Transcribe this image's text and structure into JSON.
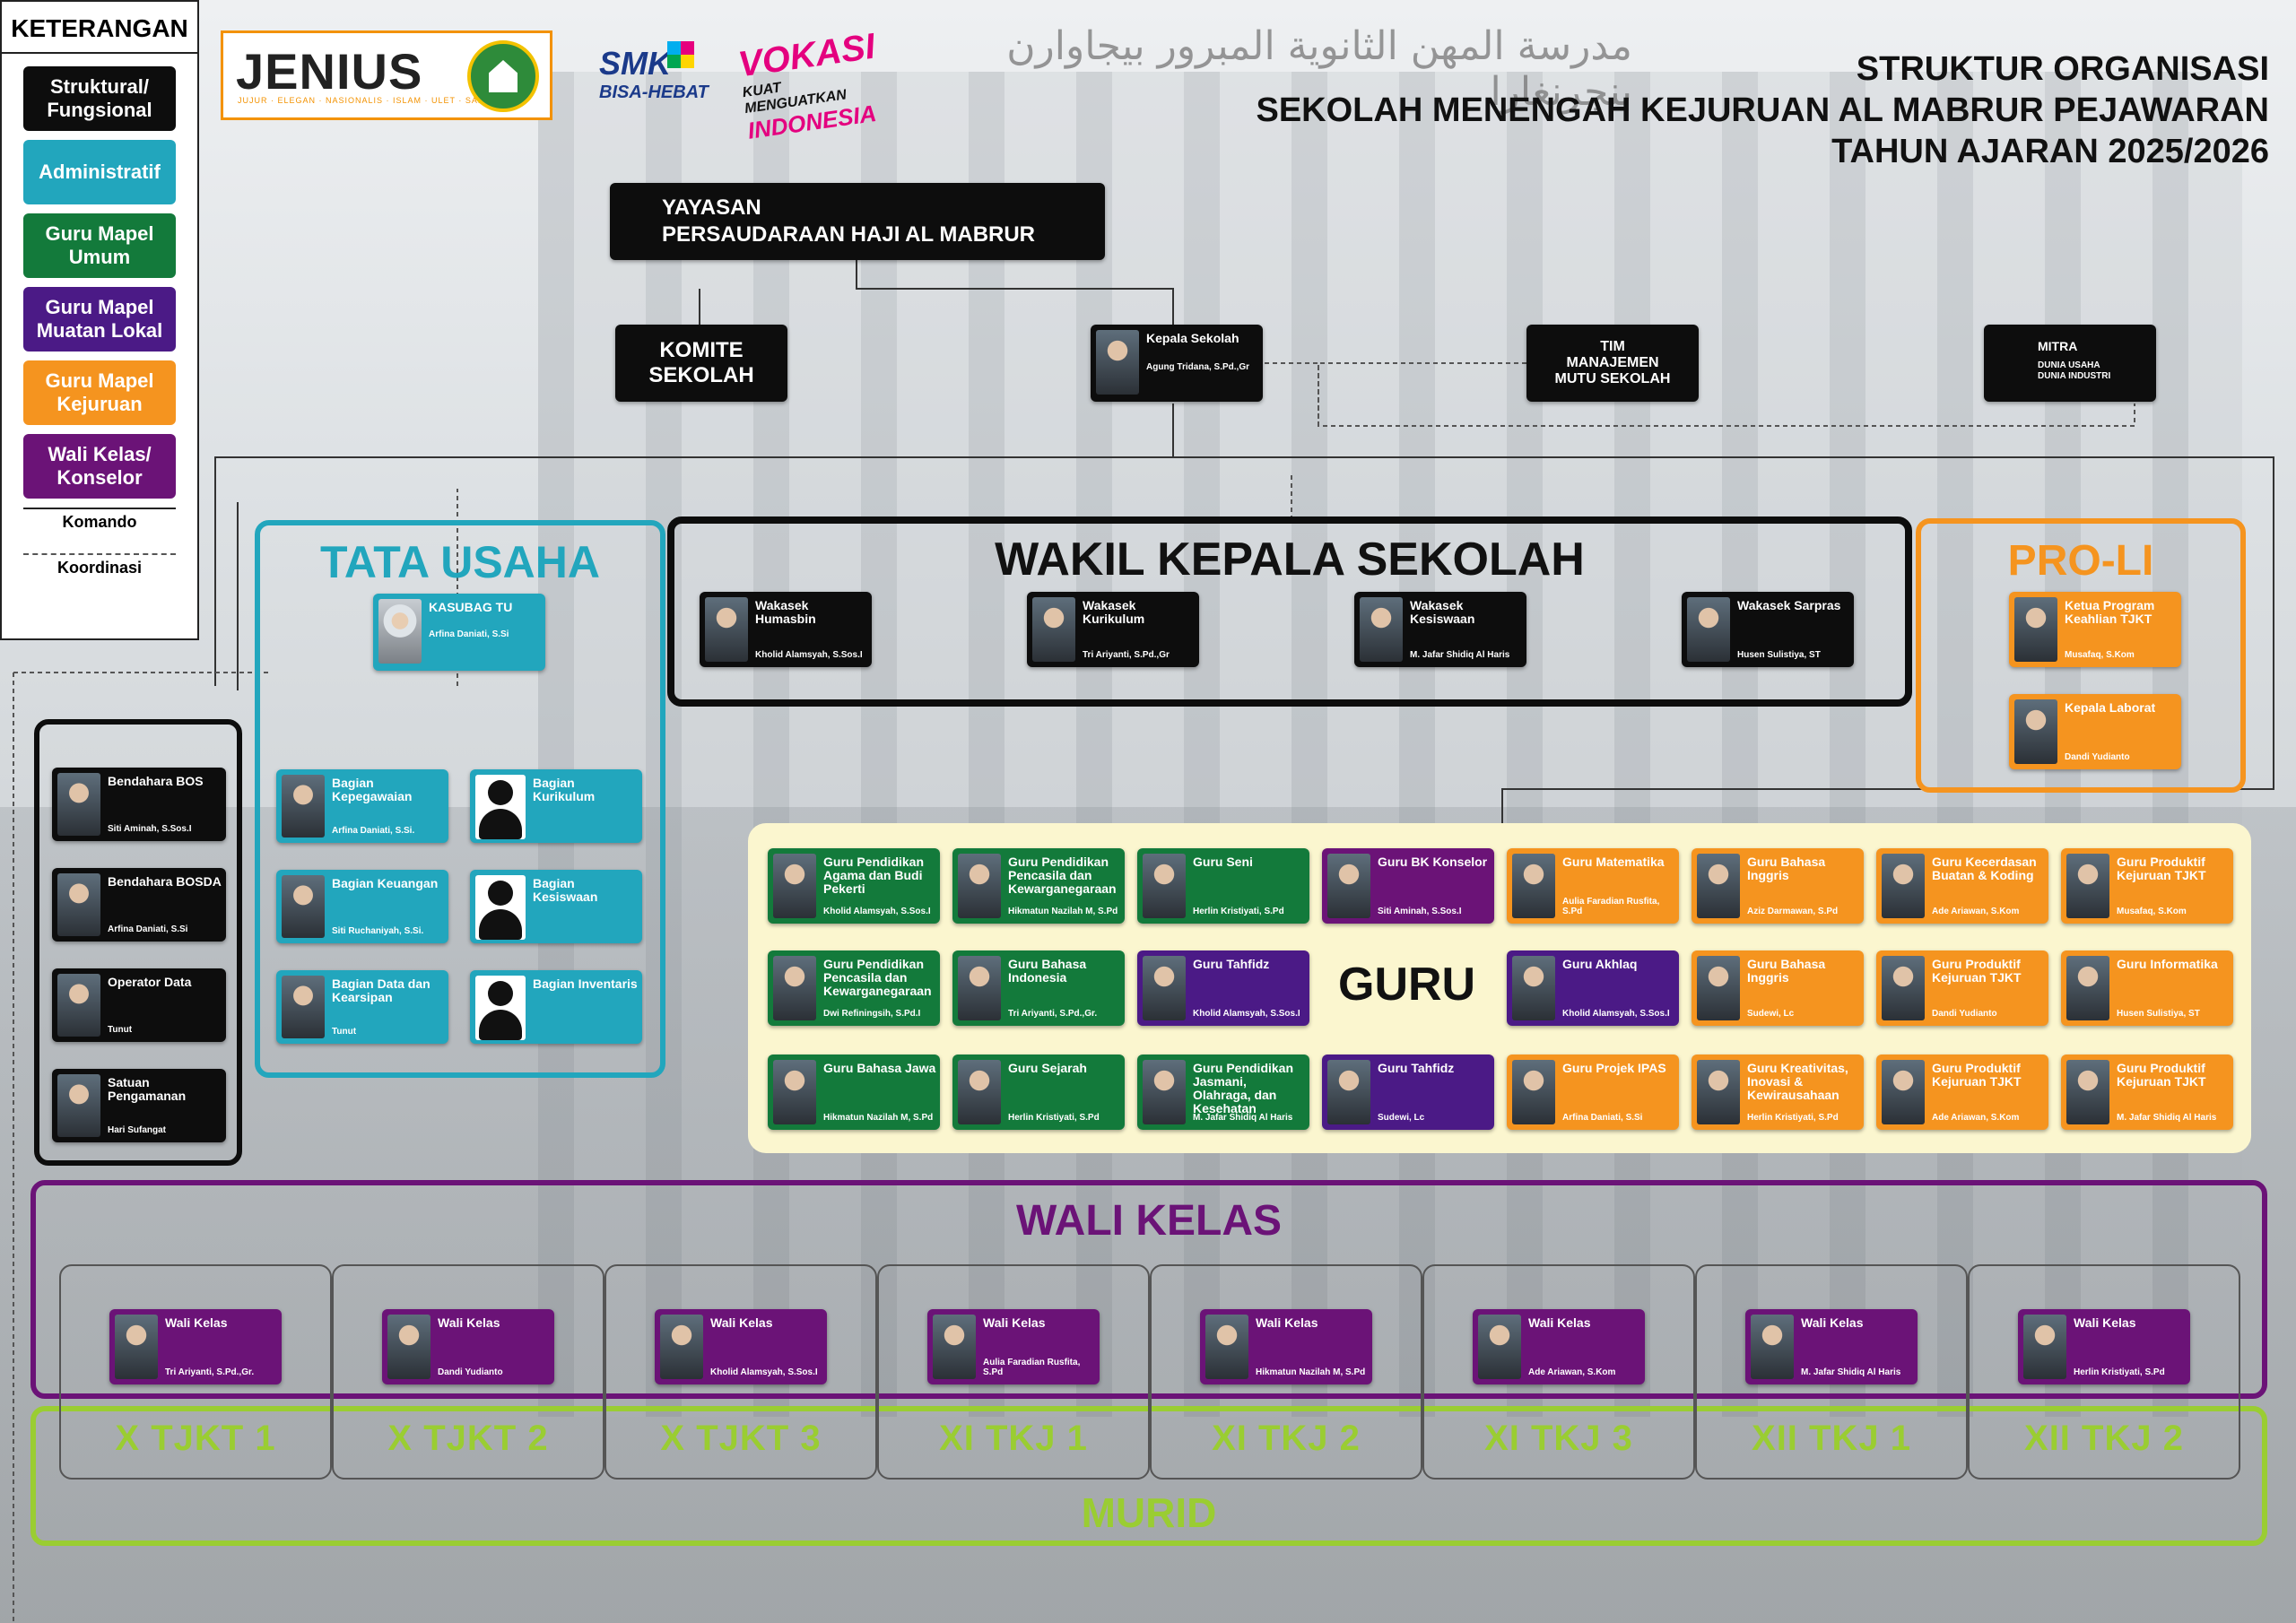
{
  "legend": {
    "title": "KETERANGAN",
    "items": [
      {
        "label": "Struktural/ Fungsional",
        "color": "#0d0d0d"
      },
      {
        "label": "Administratif",
        "color": "#22a6bd"
      },
      {
        "label": "Guru Mapel Umum",
        "color": "#137a3b"
      },
      {
        "label": "Guru Mapel Muatan Lokal",
        "color": "#4b1a86"
      },
      {
        "label": "Guru Mapel Kejuruan",
        "color": "#f5941f"
      },
      {
        "label": "Wali Kelas/ Konselor",
        "color": "#6b1377"
      }
    ],
    "komando": "Komando",
    "koordinasi": "Koordinasi"
  },
  "logos": {
    "jenius": "JENIUS",
    "jenius_sub": "JUJUR · ELEGAN · NASIONALIS · ISLAM · ULET · SANTUN",
    "smk_a": "SMK",
    "smk_b": "BISA-HEBAT",
    "vokasi_a": "VOKASI",
    "vokasi_b": "KUAT MENGUATKAN",
    "vokasi_c": "INDONESIA",
    "arabic": "مدرسة المهن الثانوية المبرور بيجاوارن بنجرنغارا"
  },
  "title": {
    "line1": "STRUKTUR ORGANISASI",
    "line2": "SEKOLAH MENENGAH KEJURUAN AL MABRUR PEJAWARAN",
    "line3": "TAHUN AJARAN 2025/2026"
  },
  "yayasan": {
    "line1": "YAYASAN",
    "line2": "PERSAUDARAAN HAJI  AL MABRUR"
  },
  "komite": "KOMITE SEKOLAH",
  "kepsek": {
    "role": "Kepala Sekolah",
    "name": "Agung Tridana, S.Pd.,Gr"
  },
  "tim": "TIM MANAJEMEN MUTU SEKOLAH",
  "mitra": {
    "title": "MITRA",
    "sub": "DUNIA USAHA DUNIA INDUSTRI"
  },
  "sections": {
    "tata_usaha": "TATA USAHA",
    "wakil": "WAKIL KEPALA SEKOLAH",
    "proli": "PRO-LI",
    "guru": "GURU",
    "wali": "WALI KELAS",
    "murid": "MURID"
  },
  "kasubag": {
    "role": "KASUBAG TU",
    "name": "Arfina Daniati, S.Si"
  },
  "tu_left": [
    {
      "role": "Bagian Kepegawaian",
      "name": "Arfina Daniati, S.Si."
    },
    {
      "role": "Bagian Keuangan",
      "name": "Siti Ruchaniyah, S.Si."
    },
    {
      "role": "Bagian Data dan Kearsipan",
      "name": "Tunut"
    }
  ],
  "tu_right": [
    {
      "role": "Bagian Kurikulum"
    },
    {
      "role": "Bagian Kesiswaan"
    },
    {
      "role": "Bagian Inventaris"
    }
  ],
  "side": [
    {
      "role": "Bendahara BOS",
      "name": "Siti Aminah, S.Sos.I"
    },
    {
      "role": "Bendahara BOSDA",
      "name": "Arfina Daniati, S.Si"
    },
    {
      "role": "Operator Data",
      "name": "Tunut"
    },
    {
      "role": "Satuan Pengamanan",
      "name": "Hari Sufangat"
    }
  ],
  "wakasek": [
    {
      "role": "Wakasek Humasbin",
      "name": "Kholid Alamsyah, S.Sos.I"
    },
    {
      "role": "Wakasek Kurikulum",
      "name": "Tri Ariyanti, S.Pd.,Gr"
    },
    {
      "role": "Wakasek Kesiswaan",
      "name": "M. Jafar Shidiq Al Haris"
    },
    {
      "role": "Wakasek Sarpras",
      "name": "Husen Sulistiya, ST"
    }
  ],
  "proli_items": [
    {
      "role": "Ketua Program Keahlian TJKT",
      "name": "Musafaq, S.Kom"
    },
    {
      "role": "Kepala Laborat",
      "name": "Dandi Yudianto"
    }
  ],
  "guru_left": [
    [
      {
        "role": "Guru Pendidikan Agama dan Budi Pekerti",
        "name": "Kholid Alamsyah, S.Sos.I",
        "c": "green"
      },
      {
        "role": "Guru Pendidikan Pencasila dan Kewarganegaraan",
        "name": "Hikmatun Nazilah M, S.Pd",
        "c": "green"
      },
      {
        "role": "Guru Seni",
        "name": "Herlin Kristiyati, S.Pd",
        "c": "green"
      },
      {
        "role": "Guru BK Konselor",
        "name": "Siti Aminah, S.Sos.I",
        "c": "magenta"
      }
    ],
    [
      {
        "role": "Guru Pendidikan Pencasila dan Kewarganegaraan",
        "name": "Dwi Refiningsih, S.Pd.I",
        "c": "green"
      },
      {
        "role": "Guru Bahasa Indonesia",
        "name": "Tri Ariyanti, S.Pd.,Gr.",
        "c": "green"
      },
      {
        "role": "Guru Tahfidz",
        "name": "Kholid Alamsyah, S.Sos.I",
        "c": "purple"
      }
    ],
    [
      {
        "role": "Guru Bahasa Jawa",
        "name": "Hikmatun Nazilah M, S.Pd",
        "c": "green"
      },
      {
        "role": "Guru Sejarah",
        "name": "Herlin Kristiyati, S.Pd",
        "c": "green"
      },
      {
        "role": "Guru Pendidikan Jasmani, Olahraga, dan Kesehatan",
        "name": "M. Jafar Shidiq Al Haris",
        "c": "green"
      },
      {
        "role": "Guru Tahfidz",
        "name": "Sudewi, Lc",
        "c": "purple"
      }
    ]
  ],
  "guru_right": [
    [
      {
        "role": "Guru Matematika",
        "name": "Aulia Faradian Rusfita, S.Pd",
        "c": "orange"
      },
      {
        "role": "Guru Bahasa Inggris",
        "name": "Aziz Darmawan, S.Pd",
        "c": "orange"
      },
      {
        "role": "Guru Kecerdasan Buatan & Koding",
        "name": "Ade Ariawan, S.Kom",
        "c": "orange"
      },
      {
        "role": "Guru Produktif Kejuruan TJKT",
        "name": "Musafaq, S.Kom",
        "c": "orange"
      }
    ],
    [
      {
        "role": "Guru Akhlaq",
        "name": "Kholid Alamsyah, S.Sos.I",
        "c": "purple"
      },
      {
        "role": "Guru Bahasa Inggris",
        "name": "Sudewi, Lc",
        "c": "orange"
      },
      {
        "role": "Guru Produktif Kejuruan TJKT",
        "name": "Dandi Yudianto",
        "c": "orange"
      },
      {
        "role": "Guru Informatika",
        "name": "Husen Sulistiya, ST",
        "c": "orange"
      }
    ],
    [
      {
        "role": "Guru Projek IPAS",
        "name": "Arfina Daniati, S.Si",
        "c": "orange"
      },
      {
        "role": "Guru Kreativitas, Inovasi & Kewirausahaan",
        "name": "Herlin Kristiyati, S.Pd",
        "c": "orange"
      },
      {
        "role": "Guru Produktif Kejuruan TJKT",
        "name": "Ade Ariawan, S.Kom",
        "c": "orange"
      },
      {
        "role": "Guru Produktif Kejuruan TJKT",
        "name": "M. Jafar Shidiq Al Haris",
        "c": "orange"
      }
    ]
  ],
  "wali_list": [
    {
      "role": "Wali Kelas",
      "name": "Tri Ariyanti, S.Pd.,Gr.",
      "kelas": "X TJKT 1"
    },
    {
      "role": "Wali Kelas",
      "name": "Dandi Yudianto",
      "kelas": "X TJKT 2"
    },
    {
      "role": "Wali Kelas",
      "name": "Kholid Alamsyah, S.Sos.I",
      "kelas": "X TJKT 3"
    },
    {
      "role": "Wali Kelas",
      "name": "Aulia Faradian Rusfita, S.Pd",
      "kelas": "XI TKJ 1"
    },
    {
      "role": "Wali Kelas",
      "name": "Hikmatun Nazilah M, S.Pd",
      "kelas": "XI TKJ 2"
    },
    {
      "role": "Wali Kelas",
      "name": "Ade Ariawan, S.Kom",
      "kelas": "XI TKJ 3"
    },
    {
      "role": "Wali Kelas",
      "name": "M. Jafar Shidiq Al Haris",
      "kelas": "XII TKJ 1"
    },
    {
      "role": "Wali Kelas",
      "name": "Herlin Kristiyati, S.Pd",
      "kelas": "XII TKJ 2"
    }
  ]
}
